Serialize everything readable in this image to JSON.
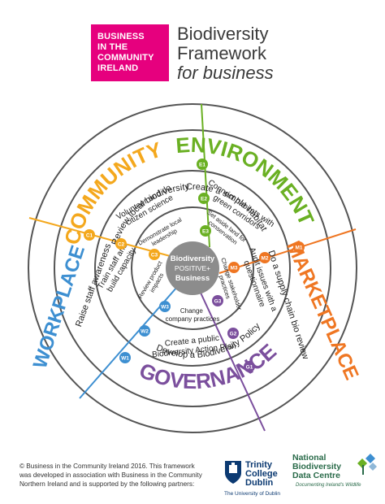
{
  "logo": {
    "lines": [
      "BUSINESS",
      "IN THE",
      "COMMUNITY",
      "IRELAND"
    ],
    "color": "#e6007e"
  },
  "title": {
    "line1": "Biodiversity",
    "line2": "Framework",
    "line3": "for business"
  },
  "center": {
    "line1": "Biodiversity",
    "line2": "POSITIVE+",
    "line3": "Business"
  },
  "sectors": {
    "community": {
      "label": "COMMUNITY",
      "color": "#f4a81d"
    },
    "environment": {
      "label": "ENVIRONMENT",
      "color": "#6ab023"
    },
    "marketplace": {
      "label": "MARKETPLACE",
      "color": "#ef7622"
    },
    "governance": {
      "label": "GOVERNANCE",
      "color": "#7b4f9d"
    },
    "workplace": {
      "label": "WORKPLACE",
      "color": "#3d8fd1"
    }
  },
  "actions": {
    "e1": "Create a simple habitat",
    "e2a": "Connect habitats with",
    "e2b": "green corridors",
    "e3a": "Set aside land for",
    "e3b": "conservation",
    "m1": "Do a supply chain bio review",
    "m2a": "Audit issues with a",
    "m2b": "questionnaire",
    "m3a": "Change stakeholder",
    "m3b": "practices",
    "g1": "Develop a Biodiversity Policy",
    "g2a": "Create a public",
    "g2b": "Biodiversity Action Plan",
    "g3a": "Change",
    "g3b": "company practices",
    "w1": "Raise staff awareness",
    "w2a": "Train staff and",
    "w2b": "build capacity",
    "w3a": "Review product",
    "w3b": "impacts",
    "c1": "Review local biodiversity",
    "c2a": "Volunteer and do",
    "c2b": "citizen science",
    "c3a": "Demonstrate local",
    "c3b": "leadership"
  },
  "badges": {
    "e1": "E1",
    "e2": "E2",
    "e3": "E3",
    "m1": "M1",
    "m2": "M2",
    "m3": "M3",
    "g1": "G1",
    "g2": "G2",
    "g3": "G3",
    "w1": "W1",
    "w2": "W2",
    "w3": "W3",
    "c1": "C1",
    "c2": "C2",
    "c3": "C3"
  },
  "footer": {
    "line1": "© Business in the Community Ireland 2016. This framework",
    "line2": "was developed in association with Business in the Community",
    "line3": "Northern Ireland and is supported by the following partners:"
  },
  "partners": {
    "tcd1": "Trinity",
    "tcd2": "College",
    "tcd3": "Dublin",
    "tcd_sub": "The University of Dublin",
    "nbdc1": "National",
    "nbdc2": "Biodiversity",
    "nbdc3": "Data Centre",
    "nbdc_sub": "Documenting Ireland's Wildlife"
  }
}
